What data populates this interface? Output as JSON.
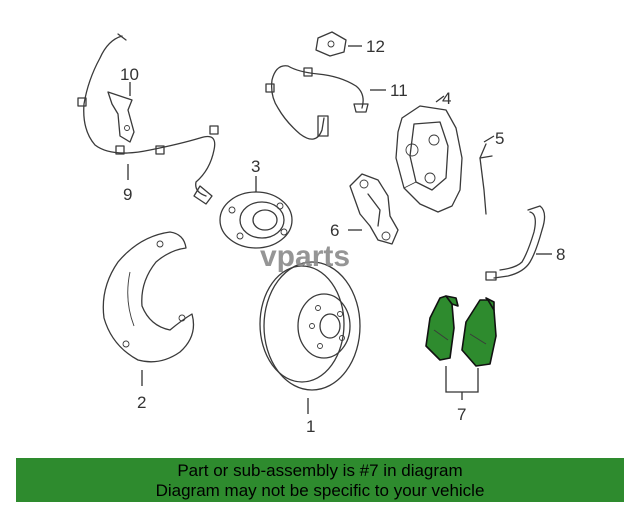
{
  "diagram": {
    "watermark": "vparts",
    "callouts": [
      "1",
      "2",
      "3",
      "4",
      "5",
      "6",
      "7",
      "8",
      "9",
      "10",
      "11",
      "12"
    ],
    "highlight_color": "#2e8b2e"
  },
  "banner": {
    "line1": "Part or sub-assembly is #7 in diagram",
    "line2": "Diagram may not be specific to your vehicle"
  }
}
